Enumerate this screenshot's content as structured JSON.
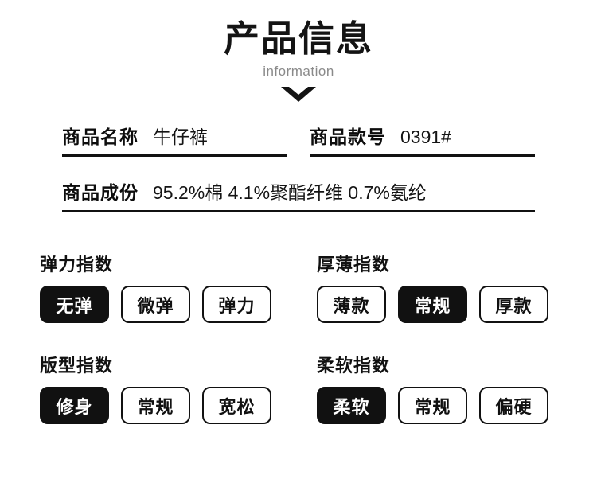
{
  "header": {
    "title": "产品信息",
    "subtitle": "information",
    "chevron_icon": "chevron-down-icon"
  },
  "specs": {
    "rows": [
      [
        {
          "label": "商品名称",
          "value": "牛仔裤"
        },
        {
          "label": "商品款号",
          "value": "0391#"
        }
      ],
      [
        {
          "label": "商品成份",
          "value": "95.2%棉 4.1%聚酯纤维 0.7%氨纶"
        }
      ]
    ]
  },
  "indices": [
    {
      "title": "弹力指数",
      "options": [
        {
          "label": "无弹",
          "selected": true
        },
        {
          "label": "微弹",
          "selected": false
        },
        {
          "label": "弹力",
          "selected": false
        }
      ]
    },
    {
      "title": "厚薄指数",
      "options": [
        {
          "label": "薄款",
          "selected": false
        },
        {
          "label": "常规",
          "selected": true
        },
        {
          "label": "厚款",
          "selected": false
        }
      ]
    },
    {
      "title": "版型指数",
      "options": [
        {
          "label": "修身",
          "selected": true
        },
        {
          "label": "常规",
          "selected": false
        },
        {
          "label": "宽松",
          "selected": false
        }
      ]
    },
    {
      "title": "柔软指数",
      "options": [
        {
          "label": "柔软",
          "selected": true
        },
        {
          "label": "常规",
          "selected": false
        },
        {
          "label": "偏硬",
          "selected": false
        }
      ]
    }
  ],
  "colors": {
    "ink": "#111111",
    "background": "#ffffff",
    "subtitle": "#8a8a8a",
    "selected_bg": "#111111",
    "selected_text": "#ffffff"
  }
}
